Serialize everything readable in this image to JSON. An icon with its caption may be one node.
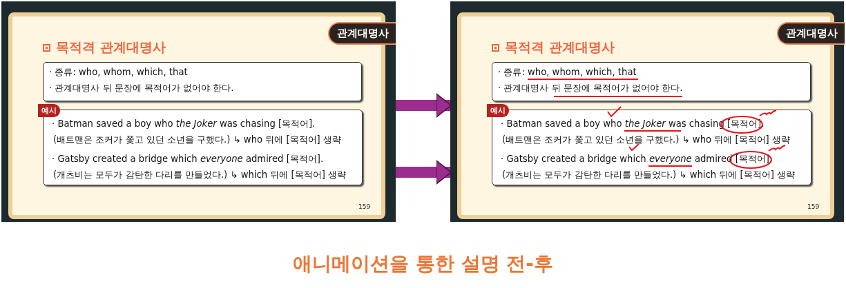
{
  "diagram": {
    "caption": "애니메이션을 통한 설명 전-후",
    "nodes": [
      {
        "text": [
          "목적격 관계대명사",
          "159"
        ]
      },
      {
        "text": [
          "관계대명사"
        ],
        "in": 0
      },
      {
        "text": [
          "· 종류: who, whom, which, that",
          "· 관계대명사 뒤 문장에 목적어가 없어야 한다."
        ],
        "in": 0
      },
      {
        "text": [
          "예시"
        ],
        "in": 0
      },
      {
        "text": [
          "· Batman saved a boy who *the Joker* was chasing [목적어].",
          "(배트맨은 조커가 쫓고 있던 소년을 구했다.) ↳ who 뒤에 [목적어] 생략",
          "· Gatsby created a bridge which *everyone* admired [목적어].",
          "(개츠비는 모두가 감탄한 다리를 만들었다.) ↳ which 뒤에 [목적어] 생략"
        ],
        "in": 0
      },
      {
        "text": [
          "목적격 관계대명사",
          "159"
        ]
      },
      {
        "text": [
          "관계대명사"
        ],
        "in": 5
      },
      {
        "text": [
          "· 종류: who, whom, which, that",
          "· 관계대명사 뒤 문장에 목적어가 없어야 한다."
        ],
        "in": 5
      },
      {
        "text": [
          "예시"
        ],
        "in": 5
      },
      {
        "text": [
          "· Batman saved a boy who *the Joker* was chasing [목적어].",
          "(배트맨은 조커가 쫓고 있던 소년을 구했다.) ↳ who 뒤에 [목적어] 생략",
          "· Gatsby created a bridge which *everyone* admired [목적어].",
          "(개츠비는 모두가 감탄한 다리를 만들었다.) ↳ which 뒤에 [목적어] 생략"
        ],
        "in": 5
      }
    ],
    "edges": [
      {
        "from": 0,
        "to": 5,
        "arrow": "to"
      },
      {
        "from": 0,
        "to": 5,
        "arrow": "to"
      }
    ]
  }
}
